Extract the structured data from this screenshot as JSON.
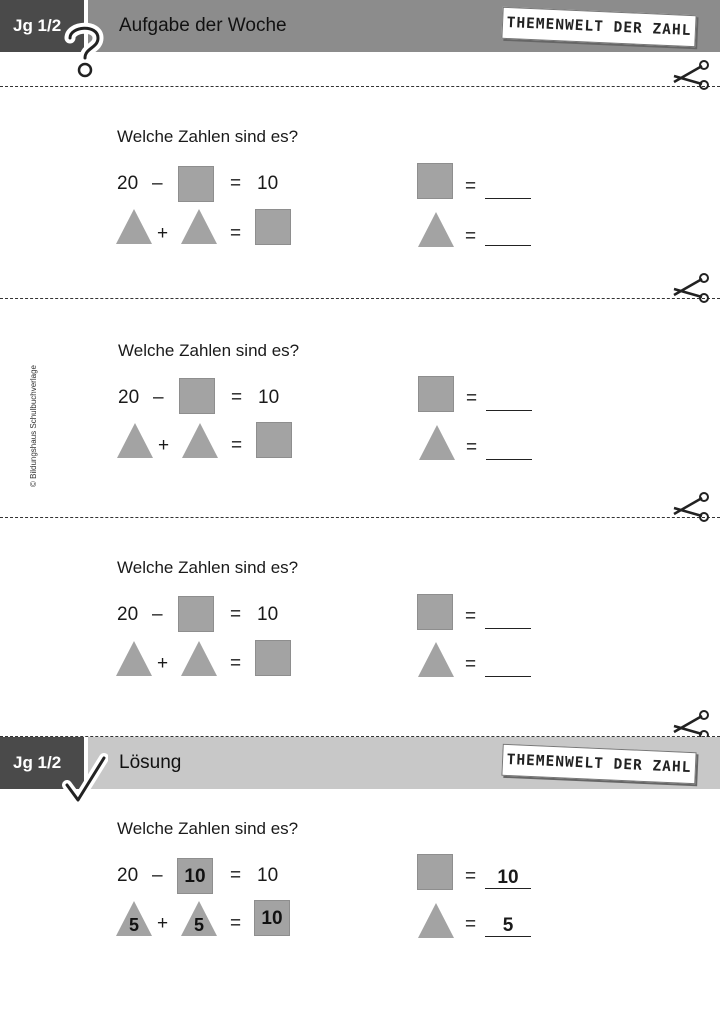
{
  "header": {
    "grade": "Jg 1/2",
    "title": "Aufgabe der Woche",
    "brand": "THEMENWELT DER ZAHL"
  },
  "solution_header": {
    "grade": "Jg 1/2",
    "title": "Lösung",
    "brand": "THEMENWELT DER ZAHL"
  },
  "question": "Welche Zahlen sind es?",
  "equation": {
    "minuend": "20",
    "minus": "–",
    "equals": "=",
    "result": "10",
    "plus": "+"
  },
  "copyright": "© Bildungshaus Schulbuchverlage",
  "solution": {
    "square": "10",
    "triangle": "5",
    "sum": "10",
    "answer_square": "10",
    "answer_triangle": "5"
  },
  "colors": {
    "dark_box": "#4a4a4a",
    "task_bar": "#8c8c8c",
    "solution_bar": "#c8c8c8",
    "shape_fill": "#a3a3a3"
  },
  "icons": [
    "question-mark-icon",
    "scissors-icon",
    "checkmark-icon"
  ]
}
